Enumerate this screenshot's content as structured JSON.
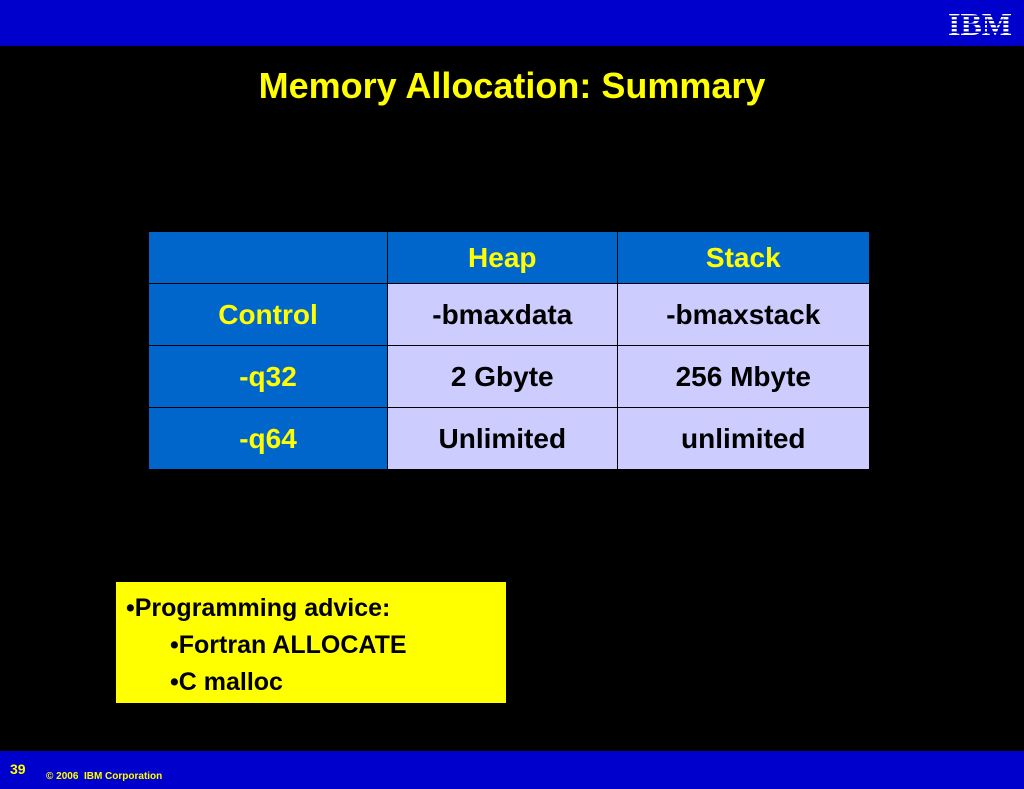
{
  "header": {
    "logo_text": "IBM",
    "brand_color": "#0000cc"
  },
  "slide": {
    "title": "Memory Allocation: Summary"
  },
  "table": {
    "columns": [
      "",
      "Heap",
      "Stack"
    ],
    "rows": [
      {
        "label": "Control",
        "heap": "-bmaxdata",
        "stack": "-bmaxstack"
      },
      {
        "label": "-q32",
        "heap": "2 Gbyte",
        "stack": "256 Mbyte"
      },
      {
        "label": "-q64",
        "heap": "Unlimited",
        "stack": "unlimited"
      }
    ],
    "header_color": "#0066cc",
    "cell_color": "#ccccff"
  },
  "advice": {
    "heading": "•Programming advice:",
    "items": [
      "•Fortran ALLOCATE",
      "•C malloc"
    ]
  },
  "footer": {
    "page_number": "39",
    "copyright": "© 2006  IBM Corporation"
  }
}
